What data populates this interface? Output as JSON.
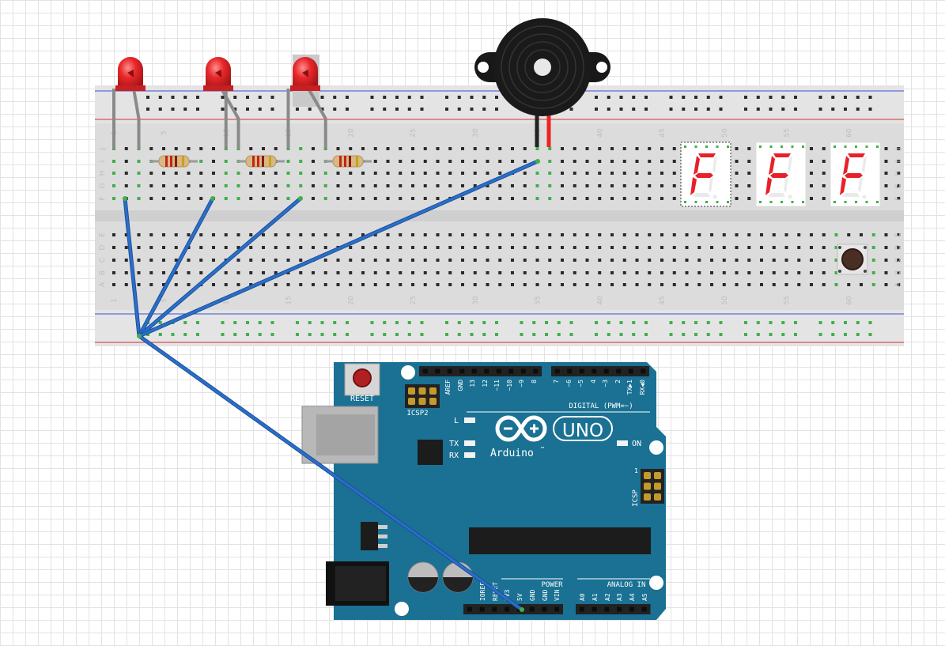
{
  "breadboard": {
    "column_numbers": [
      "1",
      "5",
      "10",
      "15",
      "20",
      "25",
      "30",
      "35",
      "40",
      "45",
      "50",
      "55",
      "60"
    ],
    "row_letters_top": [
      "J",
      "I",
      "H",
      "G",
      "F"
    ],
    "row_letters_bottom": [
      "E",
      "D",
      "C",
      "B",
      "A"
    ]
  },
  "components": {
    "leds": [
      {
        "label": "LED"
      },
      {
        "label": "LED"
      },
      {
        "label": "LED"
      }
    ],
    "resistors": 3,
    "buzzer": "buzzer",
    "seven_segment_displays": [
      "F",
      "F",
      "F"
    ],
    "pushbutton": "pushbutton"
  },
  "arduino": {
    "reset_label": "RESET",
    "icsp2_label": "ICSP2",
    "icsp_label": "ICSP",
    "icsp_pin1": "1",
    "led_l": "L",
    "led_tx": "TX",
    "led_rx": "RX",
    "led_on": "ON",
    "brand": "Arduino",
    "tm": "™",
    "model": "UNO",
    "digital_label": "DIGITAL (PWM=~)",
    "digital_pins": [
      "AREF",
      "GND",
      "13",
      "12",
      "~11",
      "~10",
      "~9",
      "8",
      "7",
      "~6",
      "~5",
      "4",
      "~3",
      "2",
      "TX▶1",
      "RX◀0"
    ],
    "power_label": "POWER",
    "power_pins": [
      "IOREF",
      "RESET",
      "3V3",
      "5V",
      "GND",
      "GND",
      "VIN"
    ],
    "analog_label": "ANALOG IN",
    "analog_pins": [
      "A0",
      "A1",
      "A2",
      "A3",
      "A4",
      "A5"
    ]
  },
  "colors": {
    "board_blue": "#1a7193",
    "wire_blue": "#2a6fc8",
    "led_red": "#e8272a",
    "segment_red": "#e8202a",
    "breadboard": "#dcdcdc",
    "rail_red_line": "#d03030",
    "rail_blue_line": "#3a50d0"
  }
}
